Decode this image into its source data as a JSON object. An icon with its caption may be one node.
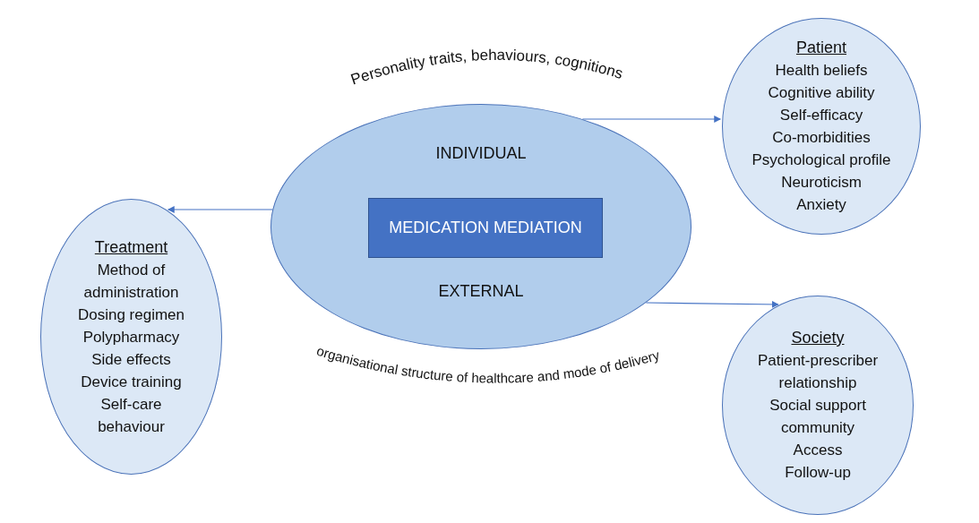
{
  "diagram": {
    "nodes": [
      {
        "text": [
          "INDIVIDUAL",
          "EXTERNAL"
        ]
      },
      {
        "text": [
          "MEDICATION MEDIATION"
        ],
        "in": 0
      },
      {
        "text": [
          "Patient",
          "Health beliefs",
          "Cognitive ability",
          "Self-efficacy",
          "Co-morbidities",
          "Psychological profile",
          "Neuroticism",
          "Anxiety"
        ]
      },
      {
        "text": [
          "Treatment",
          "Method of administration",
          "Dosing regimen",
          "Polypharmacy",
          "Side effects",
          "Device training",
          "Self-care behaviour"
        ]
      },
      {
        "text": [
          "Society",
          "Patient-prescriber relationship",
          "Social support",
          "community",
          "Access",
          "Follow-up"
        ]
      }
    ],
    "edges": [
      {
        "from": 0,
        "to": 2,
        "arrow": "to"
      },
      {
        "from": 0,
        "to": 3,
        "arrow": "to"
      },
      {
        "from": 0,
        "to": 4,
        "arrow": "to"
      }
    ],
    "labels": [
      "Personality traits, behaviours, cognitions",
      "organisational structure of healthcare and mode of delivery"
    ]
  }
}
